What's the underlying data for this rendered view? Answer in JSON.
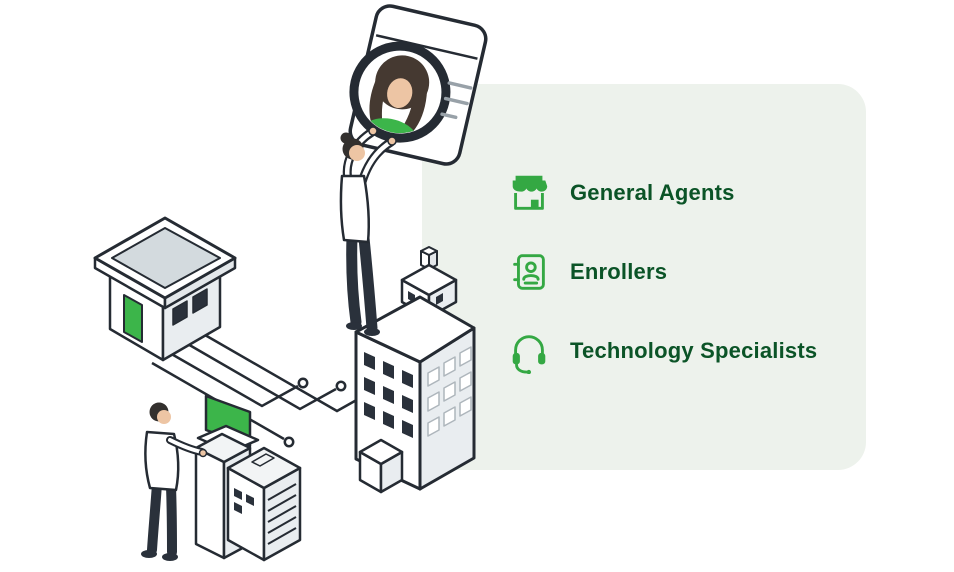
{
  "page": {
    "background": "#ffffff"
  },
  "panel": {
    "background": "#edf2ec",
    "items": [
      {
        "icon": "storefront-icon",
        "label": "General Agents"
      },
      {
        "icon": "contact-card-icon",
        "label": "Enrollers"
      },
      {
        "icon": "headset-icon",
        "label": "Technology Specialists"
      }
    ]
  },
  "illustration": {
    "elements": [
      "profile-card",
      "woman-reaching",
      "storefront-building",
      "office-tower",
      "circuit-lines",
      "man-at-kiosk",
      "laptop",
      "server-rack"
    ]
  },
  "colors": {
    "page_bg": "#ffffff",
    "panel_bg": "#edf2ec",
    "accent_green": "#3cb54a",
    "icon_green": "#34a843",
    "label_green": "#0b5427",
    "outline_ink": "#252b33",
    "dark_fill": "#2a313b",
    "light_gray": "#e9edf0",
    "mid_gray": "#d3dade",
    "skin": "#edc5a4",
    "hair": "#33302e"
  }
}
